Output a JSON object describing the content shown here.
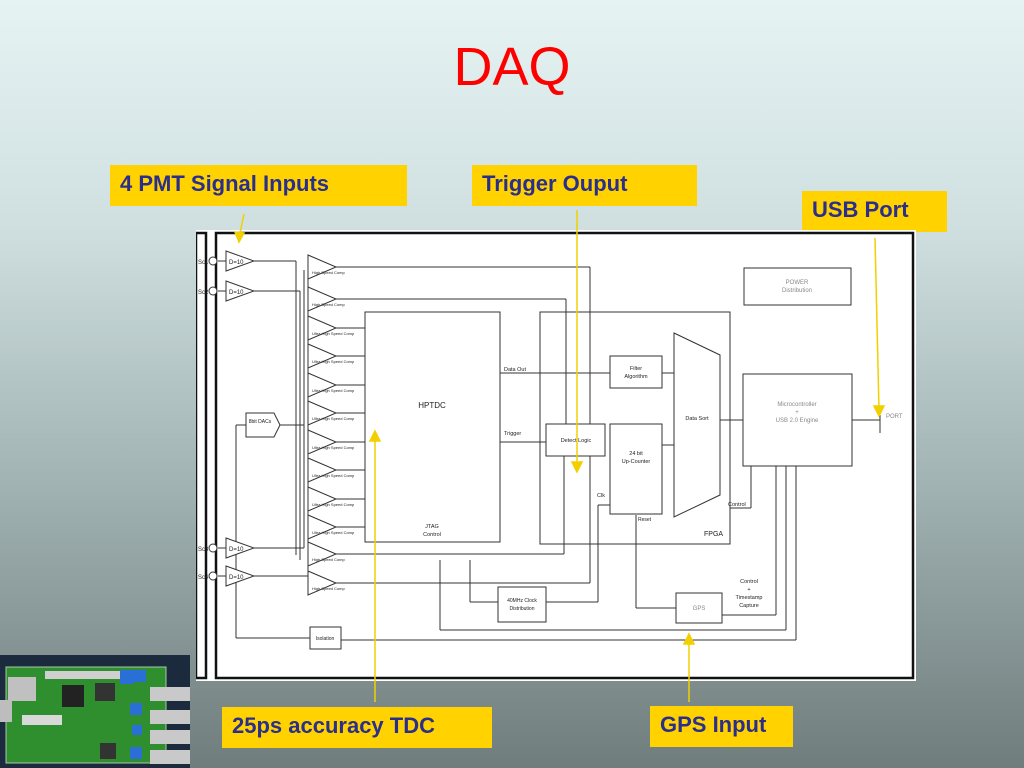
{
  "slide": {
    "title": "DAQ"
  },
  "callouts": {
    "pmt_inputs": "4 PMT Signal Inputs",
    "trigger_output": "Trigger Ouput",
    "usb_port": "USB Port",
    "tdc_accuracy": "25ps accuracy TDC",
    "gps_input": "GPS Input"
  },
  "diagram": {
    "inputs": [
      "Sc1",
      "Sc2",
      "Sc3",
      "Sc4"
    ],
    "amp_label": "D=10",
    "dacs": "8bit DACs",
    "high_speed_comp": "High Speed Comp",
    "ultra_high_speed_comp": "Ultra High Speed Comp",
    "hptdc": "HPTDC",
    "jtag_line1": "JTAG",
    "jtag_line2": "Control",
    "data_out": "Data Out",
    "trigger": "Trigger",
    "fpga": "FPGA",
    "filter_line1": "Filter",
    "filter_line2": "Algorithm",
    "detect_logic": "Detect Logic",
    "counter_line1": "24 bit",
    "counter_line2": "Up-Counter",
    "clk": "Clk",
    "reset": "Reset",
    "data_sort": "Data Sort",
    "power_line1": "POWER",
    "power_line2": "Distribution",
    "micro_line1": "Microcontroller",
    "micro_line2": "+",
    "micro_line3": "USB 2.0 Engine",
    "port": "PORT",
    "control": "Control",
    "ts_line1": "Control",
    "ts_line2": "+",
    "ts_line3": "Timestamp",
    "ts_line4": "Capture",
    "gps": "GPS",
    "clock_line1": "40MHz Clock",
    "clock_line2": "Distribution",
    "isolation": "Isolation"
  },
  "colors": {
    "title": "#ff0000",
    "callout_bg": "#ffd200",
    "callout_text": "#2b2f8c",
    "arrow": "#f2d000"
  }
}
